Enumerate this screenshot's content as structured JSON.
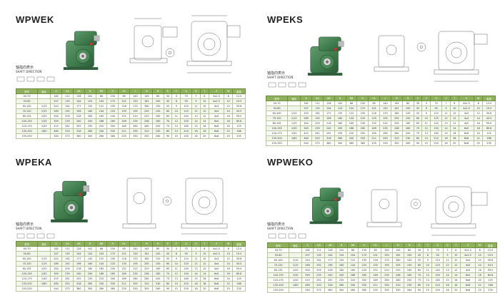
{
  "columns": [
    "型号",
    "速比",
    "A",
    "AA",
    "AB",
    "B",
    "BB",
    "H",
    "HL",
    "L",
    "M",
    "N",
    "E",
    "F",
    "G",
    "S",
    "T",
    "Z",
    "W",
    "重量"
  ],
  "shaft_direction": {
    "label": "轴指向表示",
    "label_en": "SHAFT DIRECTION"
  },
  "sections": {
    "wpwek": {
      "title": "WPWEK",
      "rows": [
        [
          "40-70",
          "",
          "182",
          "111",
          "128",
          "102",
          "86",
          "150",
          "85",
          "140",
          "145",
          "80",
          "30",
          "3",
          "70",
          "7",
          "8",
          "4x2.5",
          "8",
          "12.0"
        ],
        [
          "50-80",
          "",
          "207",
          "135",
          "144",
          "120",
          "104",
          "170",
          "101",
          "150",
          "161",
          "100",
          "45",
          "8",
          "90",
          "9",
          "10",
          "4x2.5",
          "10",
          "19.5"
        ],
        [
          "60-100",
          "1/10",
          "243",
          "162",
          "177",
          "135",
          "122",
          "195",
          "118",
          "170",
          "180",
          "120",
          "55",
          "9",
          "110",
          "11",
          "10",
          "4x3",
          "12",
          "30.8"
        ],
        [
          "70-120",
          "1/15",
          "289",
          "192",
          "196",
          "160",
          "144",
          "220",
          "135",
          "195",
          "205",
          "150",
          "60",
          "10",
          "125",
          "12",
          "12",
          "4x4",
          "14",
          "43.5"
        ],
        [
          "80-135",
          "1/20",
          "304",
          "209",
          "218",
          "180",
          "165",
          "240",
          "152",
          "210",
          "229",
          "160",
          "65",
          "11",
          "140",
          "13",
          "12",
          "4x5",
          "16",
          "59.0"
        ],
        [
          "100-155",
          "1/30",
          "349",
          "239",
          "240",
          "200",
          "186",
          "265",
          "169",
          "235",
          "248",
          "180",
          "70",
          "12",
          "150",
          "14",
          "14",
          "6x5",
          "18",
          "80.8"
        ],
        [
          "120-175",
          "1/40",
          "415",
          "281",
          "292",
          "235",
          "220",
          "300",
          "189",
          "260",
          "280",
          "200",
          "75",
          "13",
          "180",
          "15",
          "16",
          "6x6",
          "20",
          "125"
        ],
        [
          "135-200",
          "1/60",
          "460",
          "320",
          "318",
          "260",
          "240",
          "335",
          "211",
          "290",
          "310",
          "230",
          "80",
          "14",
          "210",
          "16",
          "18",
          "8x6",
          "22",
          "168"
        ],
        [
          "155-250",
          "",
          "540",
          "375",
          "360",
          "300",
          "280",
          "385",
          "235",
          "330",
          "350",
          "260",
          "90",
          "15",
          "250",
          "18",
          "20",
          "8x8",
          "25",
          "235"
        ]
      ]
    },
    "wpeks": {
      "title": "WPEKS",
      "rows": [
        [
          "40-70",
          "",
          "182",
          "111",
          "128",
          "102",
          "86",
          "150",
          "85",
          "140",
          "145",
          "80",
          "30",
          "3",
          "70",
          "7",
          "8",
          "4x2.5",
          "8",
          "12.0"
        ],
        [
          "50-80",
          "",
          "207",
          "135",
          "144",
          "120",
          "104",
          "170",
          "101",
          "150",
          "161",
          "100",
          "45",
          "8",
          "90",
          "9",
          "10",
          "4x2.5",
          "10",
          "19.5"
        ],
        [
          "60-100",
          "1/10",
          "243",
          "162",
          "177",
          "135",
          "122",
          "195",
          "118",
          "170",
          "180",
          "120",
          "55",
          "9",
          "110",
          "11",
          "10",
          "4x3",
          "12",
          "30.8"
        ],
        [
          "70-120",
          "1/15",
          "289",
          "192",
          "196",
          "160",
          "144",
          "220",
          "135",
          "195",
          "205",
          "150",
          "60",
          "10",
          "125",
          "12",
          "12",
          "4x4",
          "14",
          "43.5"
        ],
        [
          "80-135",
          "1/20",
          "304",
          "209",
          "218",
          "180",
          "165",
          "240",
          "152",
          "210",
          "229",
          "160",
          "65",
          "11",
          "140",
          "13",
          "12",
          "4x5",
          "16",
          "59.0"
        ],
        [
          "100-155",
          "1/30",
          "349",
          "239",
          "240",
          "200",
          "186",
          "265",
          "169",
          "235",
          "248",
          "180",
          "70",
          "12",
          "150",
          "14",
          "14",
          "6x5",
          "18",
          "80.8"
        ],
        [
          "120-175",
          "1/40",
          "415",
          "281",
          "292",
          "235",
          "220",
          "300",
          "189",
          "260",
          "280",
          "200",
          "75",
          "13",
          "180",
          "15",
          "16",
          "6x6",
          "20",
          "125"
        ],
        [
          "135-200",
          "1/60",
          "460",
          "320",
          "318",
          "260",
          "240",
          "335",
          "211",
          "290",
          "310",
          "230",
          "80",
          "14",
          "210",
          "16",
          "18",
          "8x6",
          "22",
          "168"
        ],
        [
          "155-250",
          "",
          "540",
          "375",
          "360",
          "300",
          "280",
          "385",
          "235",
          "330",
          "350",
          "260",
          "90",
          "15",
          "250",
          "18",
          "20",
          "8x8",
          "25",
          "235"
        ]
      ]
    },
    "wpeka": {
      "title": "WPEKA",
      "rows": [
        [
          "40-70",
          "",
          "182",
          "111",
          "128",
          "102",
          "86",
          "150",
          "85",
          "140",
          "145",
          "80",
          "30",
          "3",
          "70",
          "7",
          "8",
          "4x2.5",
          "8",
          "12.0"
        ],
        [
          "50-80",
          "",
          "207",
          "135",
          "144",
          "120",
          "104",
          "170",
          "101",
          "150",
          "161",
          "100",
          "45",
          "8",
          "90",
          "9",
          "10",
          "4x2.5",
          "10",
          "19.5"
        ],
        [
          "60-100",
          "1/10",
          "243",
          "162",
          "177",
          "135",
          "122",
          "195",
          "118",
          "170",
          "180",
          "120",
          "55",
          "9",
          "110",
          "11",
          "10",
          "4x3",
          "12",
          "30.8"
        ],
        [
          "70-120",
          "1/15",
          "289",
          "192",
          "196",
          "160",
          "144",
          "220",
          "135",
          "195",
          "205",
          "150",
          "60",
          "10",
          "125",
          "12",
          "12",
          "4x4",
          "14",
          "43.5"
        ],
        [
          "80-135",
          "1/20",
          "304",
          "209",
          "218",
          "180",
          "165",
          "240",
          "152",
          "210",
          "229",
          "160",
          "65",
          "11",
          "140",
          "13",
          "12",
          "4x5",
          "16",
          "59.0"
        ],
        [
          "100-155",
          "1/30",
          "349",
          "239",
          "240",
          "200",
          "186",
          "265",
          "169",
          "235",
          "248",
          "180",
          "70",
          "12",
          "150",
          "14",
          "14",
          "6x5",
          "18",
          "80.8"
        ],
        [
          "120-175",
          "1/40",
          "415",
          "281",
          "292",
          "235",
          "220",
          "300",
          "189",
          "260",
          "280",
          "200",
          "75",
          "13",
          "180",
          "15",
          "16",
          "6x6",
          "20",
          "125"
        ],
        [
          "135-200",
          "1/60",
          "460",
          "320",
          "318",
          "260",
          "240",
          "335",
          "211",
          "290",
          "310",
          "230",
          "80",
          "14",
          "210",
          "16",
          "18",
          "8x6",
          "22",
          "168"
        ],
        [
          "155-250",
          "",
          "540",
          "375",
          "360",
          "300",
          "280",
          "385",
          "235",
          "330",
          "350",
          "260",
          "90",
          "15",
          "250",
          "18",
          "20",
          "8x8",
          "25",
          "235"
        ]
      ]
    },
    "wpweko": {
      "title": "WPWEKO",
      "rows": [
        [
          "40-70",
          "",
          "182",
          "111",
          "128",
          "102",
          "86",
          "150",
          "85",
          "140",
          "145",
          "80",
          "30",
          "3",
          "70",
          "7",
          "8",
          "4x2.5",
          "8",
          "12.0"
        ],
        [
          "50-80",
          "",
          "207",
          "135",
          "144",
          "120",
          "104",
          "170",
          "101",
          "150",
          "161",
          "100",
          "45",
          "8",
          "90",
          "9",
          "10",
          "4x2.5",
          "10",
          "19.5"
        ],
        [
          "60-100",
          "1/10",
          "243",
          "162",
          "177",
          "135",
          "122",
          "195",
          "118",
          "170",
          "180",
          "120",
          "55",
          "9",
          "110",
          "11",
          "10",
          "4x3",
          "12",
          "30.8"
        ],
        [
          "70-120",
          "1/15",
          "289",
          "192",
          "196",
          "160",
          "144",
          "220",
          "135",
          "195",
          "205",
          "150",
          "60",
          "10",
          "125",
          "12",
          "12",
          "4x4",
          "14",
          "43.5"
        ],
        [
          "80-135",
          "1/20",
          "304",
          "209",
          "218",
          "180",
          "165",
          "240",
          "152",
          "210",
          "229",
          "160",
          "65",
          "11",
          "140",
          "13",
          "12",
          "4x5",
          "16",
          "59.0"
        ],
        [
          "100-155",
          "1/30",
          "349",
          "239",
          "240",
          "200",
          "186",
          "265",
          "169",
          "235",
          "248",
          "180",
          "70",
          "12",
          "150",
          "14",
          "14",
          "6x5",
          "18",
          "80.8"
        ],
        [
          "120-175",
          "1/40",
          "415",
          "281",
          "292",
          "235",
          "220",
          "300",
          "189",
          "260",
          "280",
          "200",
          "75",
          "13",
          "180",
          "15",
          "16",
          "6x6",
          "20",
          "125"
        ],
        [
          "135-200",
          "1/60",
          "460",
          "320",
          "318",
          "260",
          "240",
          "335",
          "211",
          "290",
          "310",
          "230",
          "80",
          "14",
          "210",
          "16",
          "18",
          "8x6",
          "22",
          "168"
        ],
        [
          "155-250",
          "",
          "540",
          "375",
          "360",
          "300",
          "280",
          "385",
          "235",
          "330",
          "350",
          "260",
          "90",
          "15",
          "250",
          "18",
          "20",
          "8x8",
          "25",
          "235"
        ]
      ]
    }
  }
}
